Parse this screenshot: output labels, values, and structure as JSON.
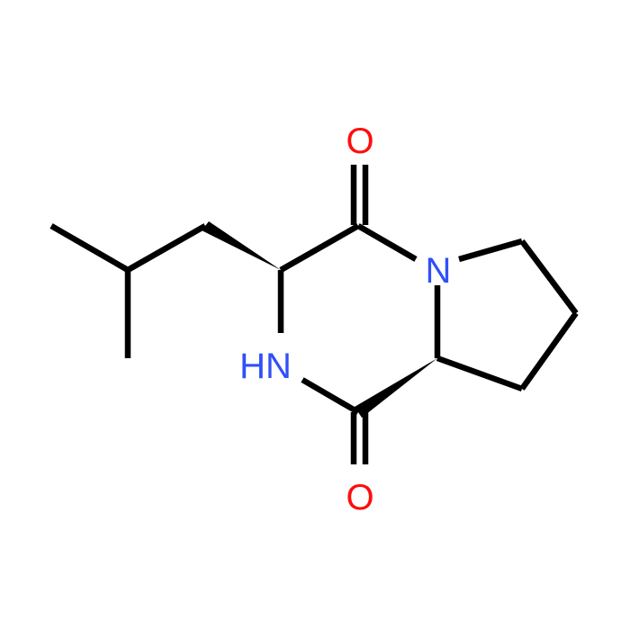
{
  "molecule": {
    "atoms": {
      "o_top": {
        "text": "O",
        "color": "#ff0d0d"
      },
      "n_ring": {
        "text": "N",
        "color": "#3050f8"
      },
      "nh": {
        "text": "HN",
        "color": "#3050f8"
      },
      "o_bottom": {
        "text": "O",
        "color": "#ff0d0d"
      }
    },
    "colors": {
      "bond": "#000000",
      "background": "#ffffff"
    }
  }
}
